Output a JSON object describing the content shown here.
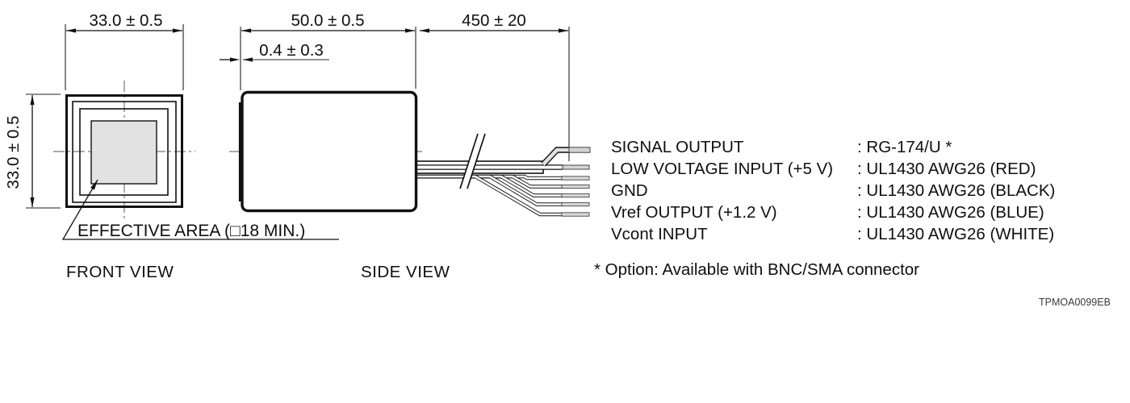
{
  "front_view": {
    "label": "FRONT VIEW",
    "width_dim": "33.0 ± 0.5",
    "height_dim": "33.0 ± 0.5",
    "effective_area": "EFFECTIVE AREA (□18 MIN.)"
  },
  "side_view": {
    "label": "SIDE VIEW",
    "body_length_dim": "50.0 ± 0.5",
    "flange_dim": "0.4 ± 0.3",
    "cable_length_dim": "450 ± 20"
  },
  "wires": [
    {
      "name": "SIGNAL OUTPUT",
      "spec": ": RG-174/U *"
    },
    {
      "name": "LOW VOLTAGE INPUT (+5 V)",
      "spec": ": UL1430 AWG26 (RED)"
    },
    {
      "name": "GND",
      "spec": ": UL1430 AWG26 (BLACK)"
    },
    {
      "name": "Vref OUTPUT (+1.2 V)",
      "spec": ": UL1430 AWG26 (BLUE)"
    },
    {
      "name": "Vcont INPUT",
      "spec": ": UL1430 AWG26 (WHITE)"
    }
  ],
  "footnote": "* Option: Available with BNC/SMA connector",
  "doc_code": "TPMOA0099EB",
  "colors": {
    "line": "#111111",
    "centerline": "#777777",
    "effective_area_fill": "#e2e2e2",
    "wire_tip": "#d6d6d6"
  }
}
